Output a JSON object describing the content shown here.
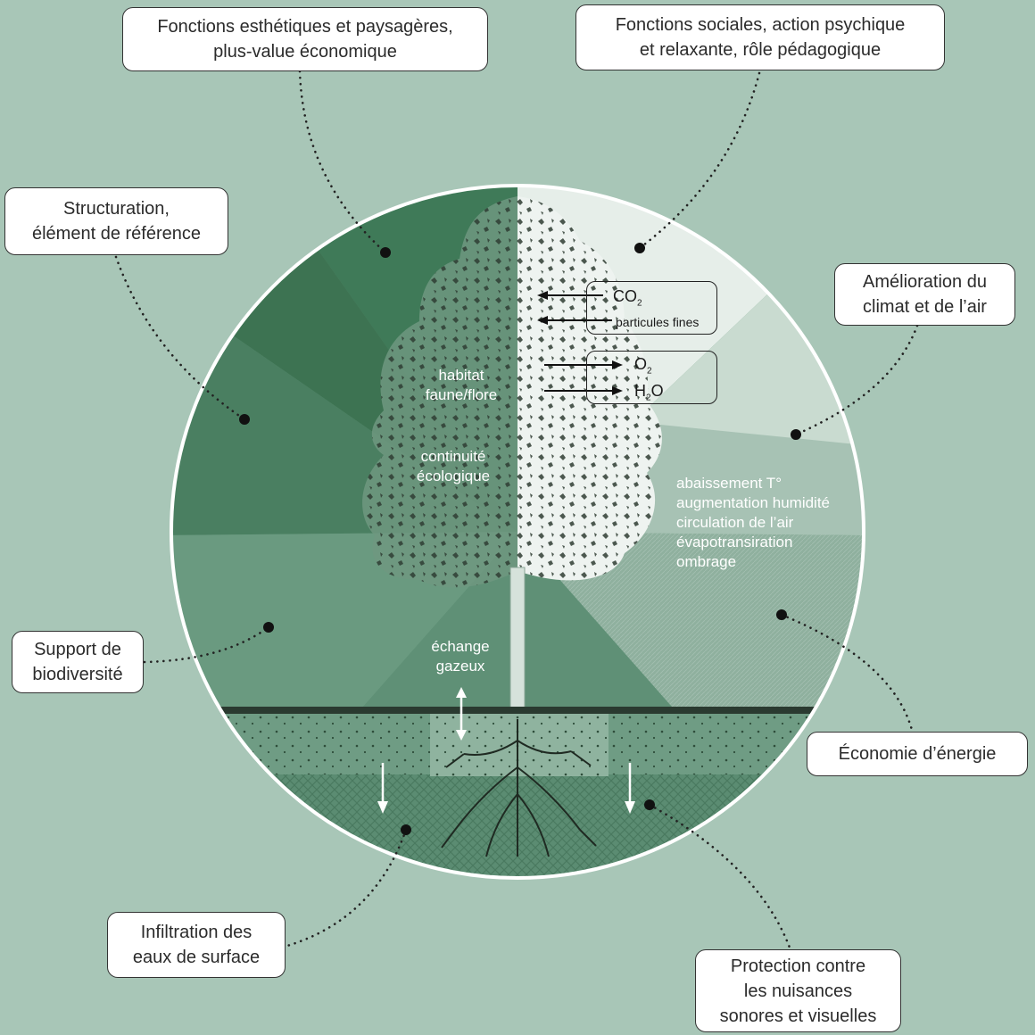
{
  "callouts": {
    "esthetique": {
      "line1": "Fonctions esthétiques et paysagères,",
      "line2": "plus-value économique"
    },
    "social": {
      "line1": "Fonctions sociales, action psychique",
      "line2": "et relaxante, rôle pédagogique"
    },
    "structuration": {
      "line1": "Structuration,",
      "line2": "élément de référence"
    },
    "climat": {
      "line1": "Amélioration du",
      "line2": "climat et de l’air"
    },
    "biodiversite": {
      "line1": "Support de",
      "line2": "biodiversité"
    },
    "energie": {
      "line1": "Économie d’énergie"
    },
    "infiltration": {
      "line1": "Infiltration des",
      "line2": "eaux de surface"
    },
    "nuisances": {
      "line1": "Protection contre",
      "line2": "les nuisances",
      "line3": "sonores et visuelles"
    }
  },
  "inner": {
    "habitat": {
      "line1": "habitat",
      "line2": "faune/flore"
    },
    "continuite": {
      "line1": "continuité",
      "line2": "écologique"
    },
    "echange": {
      "line1": "échange",
      "line2": "gazeux"
    },
    "climate_effects": [
      "abaissement T°",
      "augmentation humidité",
      "circulation de l’air",
      "évapotransiration",
      "ombrage"
    ]
  },
  "gases": {
    "in_main": "CO",
    "in_main_sub": "2",
    "in_fine": "particules fines",
    "out_o": "O",
    "out_o_sub": "2",
    "out_h": "H",
    "out_h_sub": "2",
    "out_h_rest": "O"
  },
  "colors": {
    "background": "#a8c6b7",
    "dark_green": "#3f7a58",
    "mid_green": "#5c8e72",
    "light_green": "#6c9a80",
    "pale": "#e9f0ec"
  }
}
